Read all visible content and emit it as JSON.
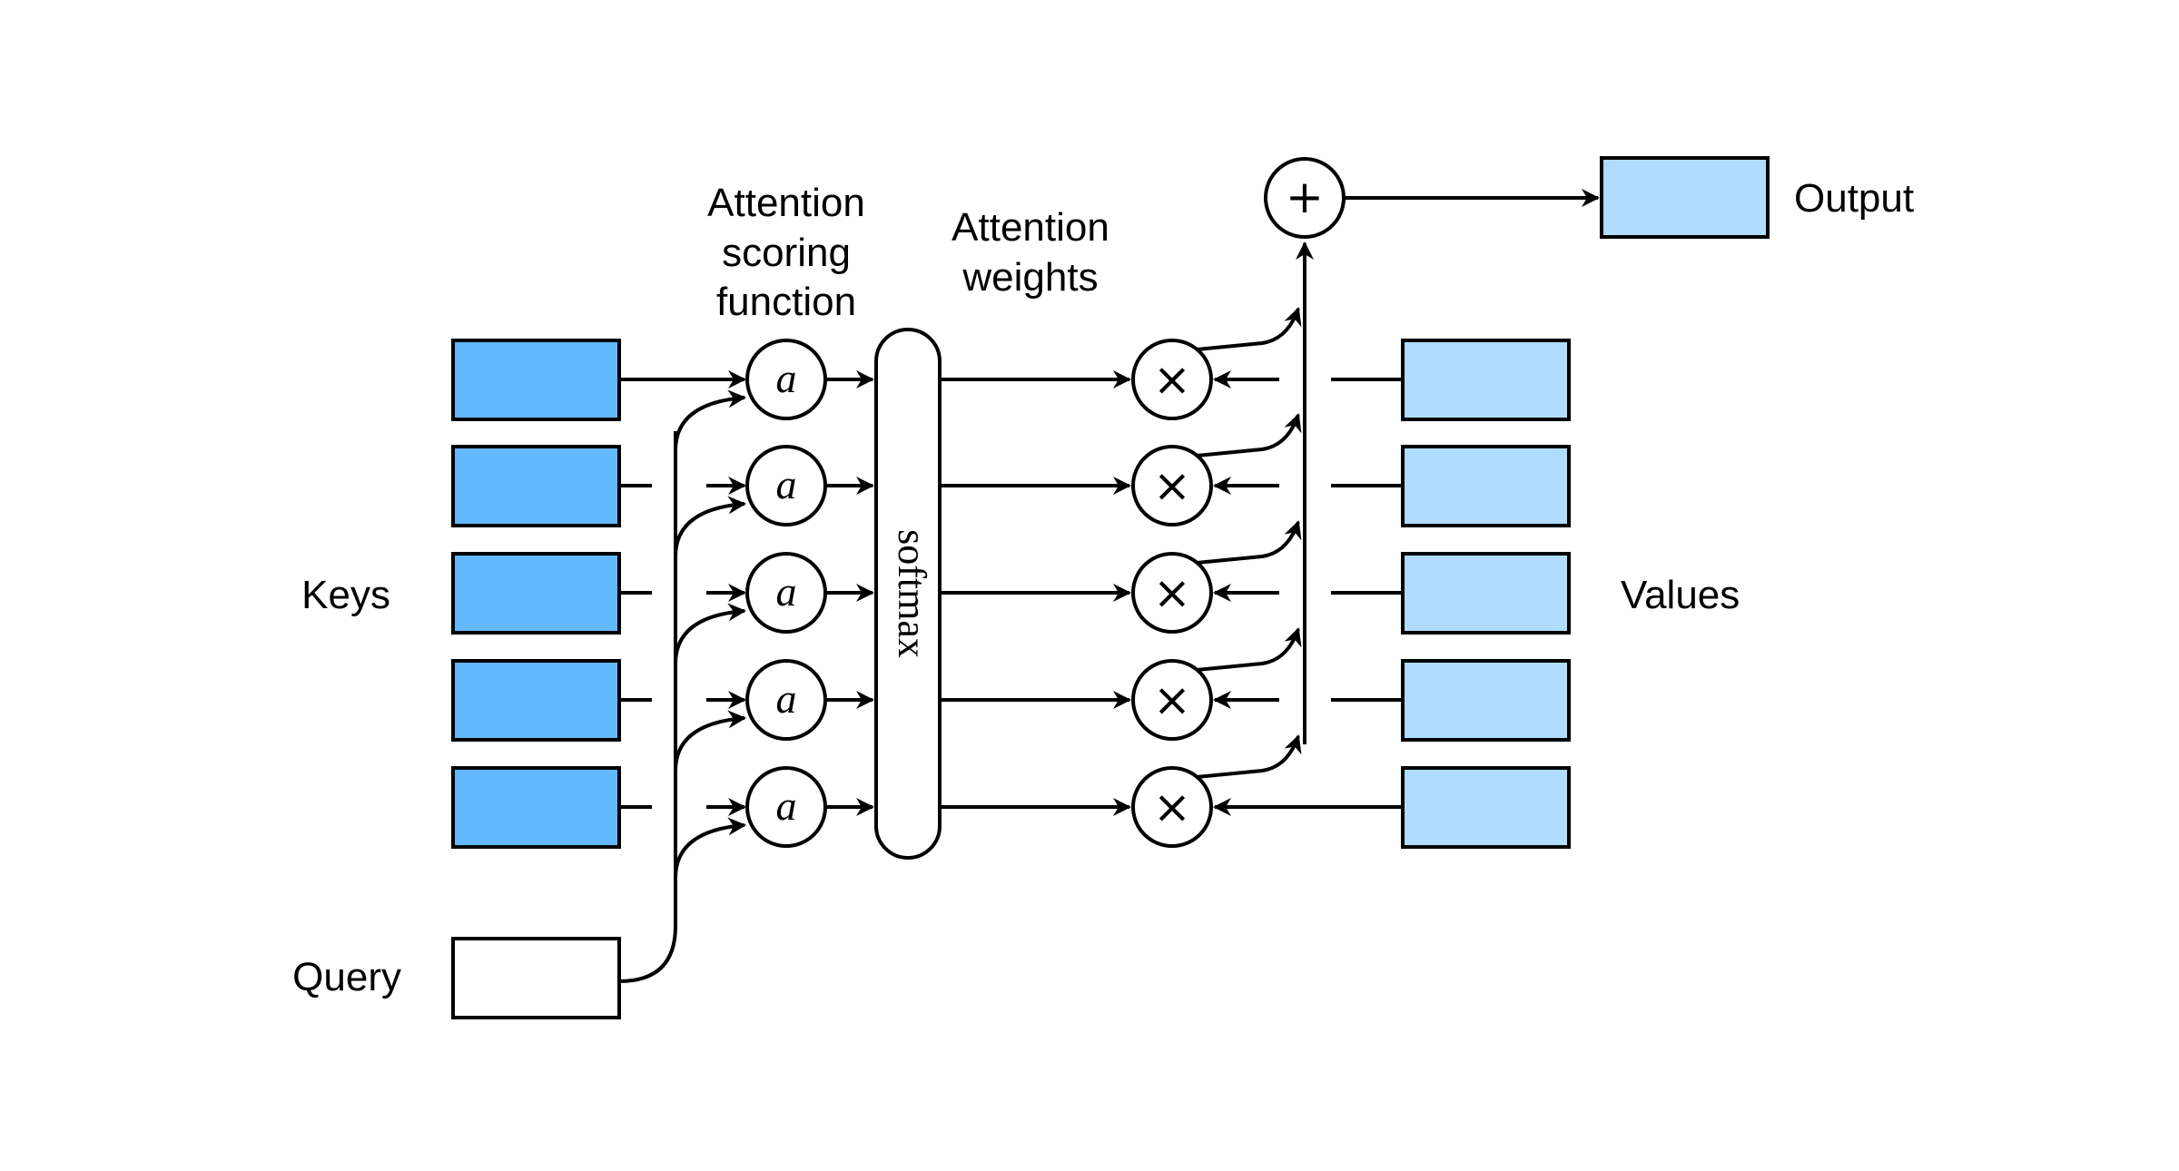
{
  "labels": {
    "keys": "Keys",
    "query": "Query",
    "values": "Values",
    "output": "Output",
    "scoring_function": [
      "Attention",
      "scoring",
      "function"
    ],
    "attention_weights": [
      "Attention",
      "weights"
    ],
    "softmax": "softmax"
  },
  "symbols": {
    "score": "a",
    "multiply": "×",
    "sum": "+"
  },
  "counts": {
    "keys": 5,
    "values": 5
  },
  "colors": {
    "key_fill": "#64b8ff",
    "value_fill": "#b0dcff",
    "output_fill": "#b0dcff",
    "query_fill": "#ffffff",
    "stroke": "#000000"
  }
}
